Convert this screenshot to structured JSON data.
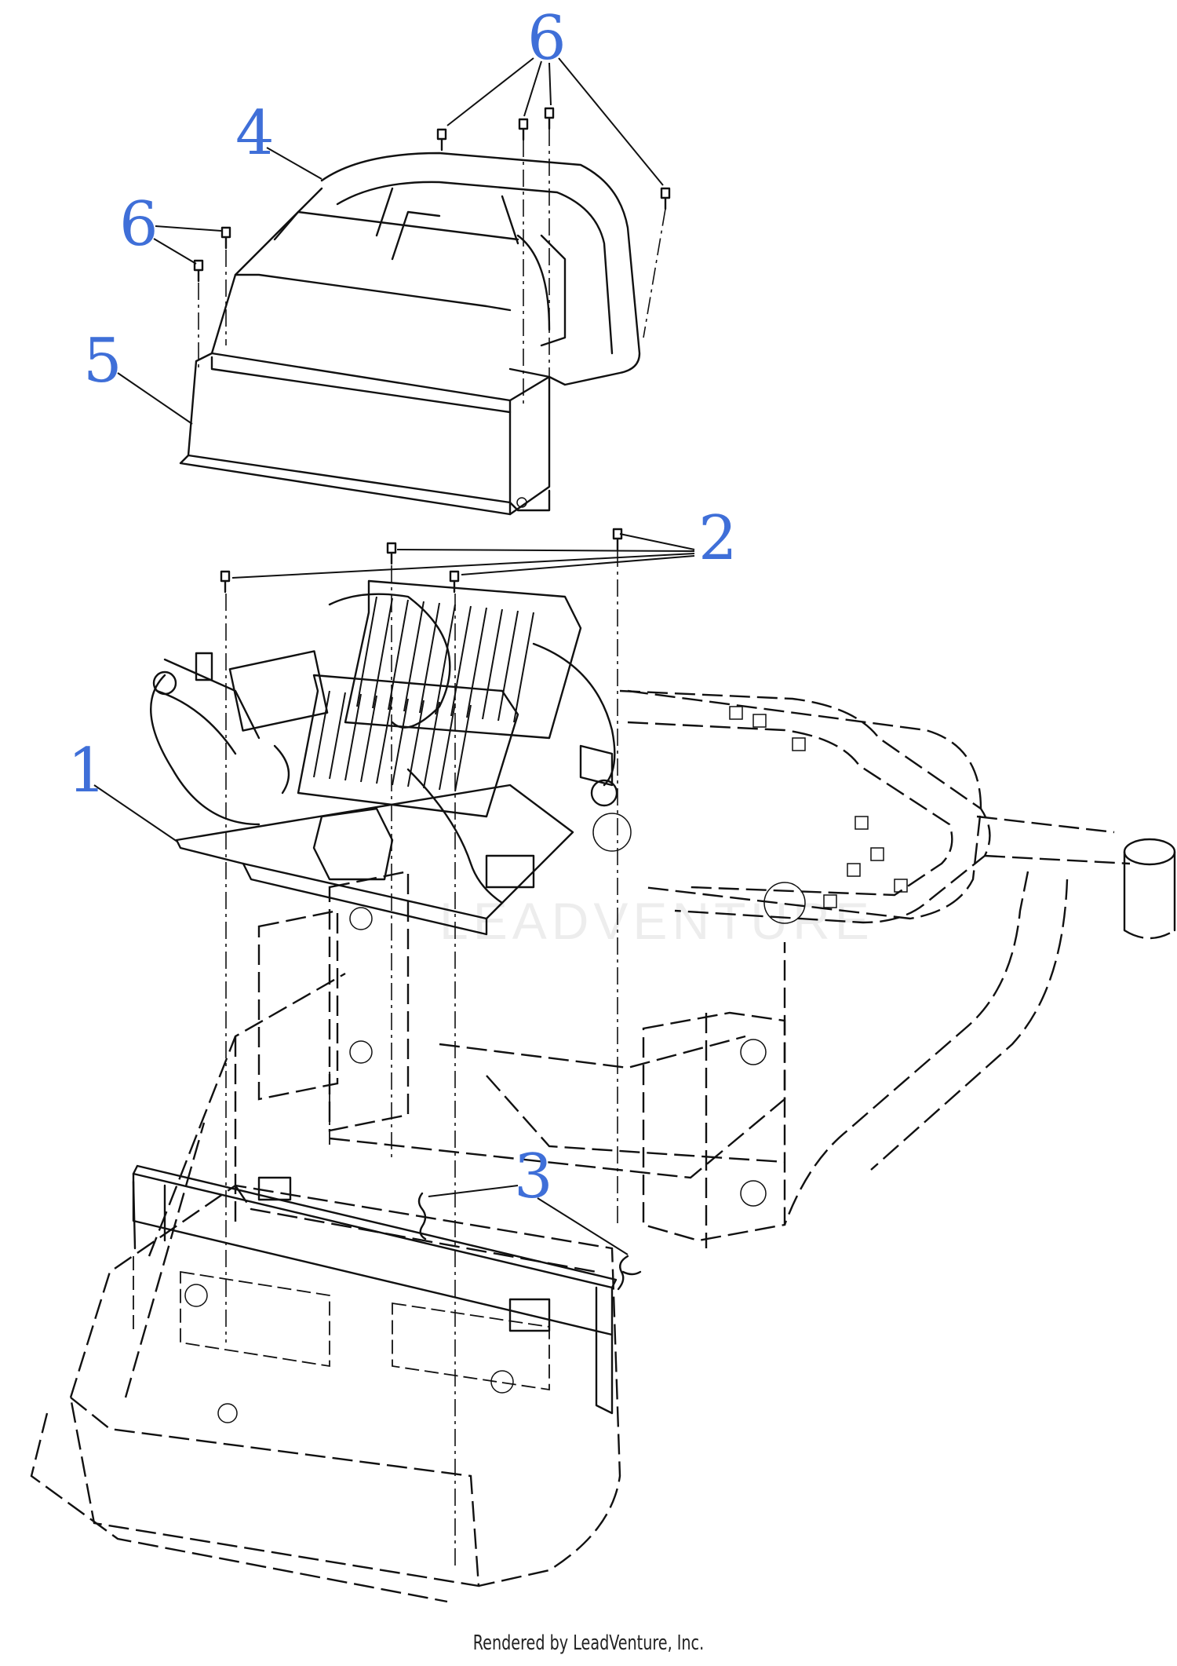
{
  "callouts": {
    "c1": "1",
    "c2": "2",
    "c3": "3",
    "c4": "4",
    "c5": "5",
    "c6_top": "6",
    "c6_left": "6"
  },
  "watermark": "LEADVENTURE",
  "footer": "Rendered by LeadVenture, Inc.",
  "colors": {
    "callout": "#3f6fd8",
    "line": "#111111"
  }
}
